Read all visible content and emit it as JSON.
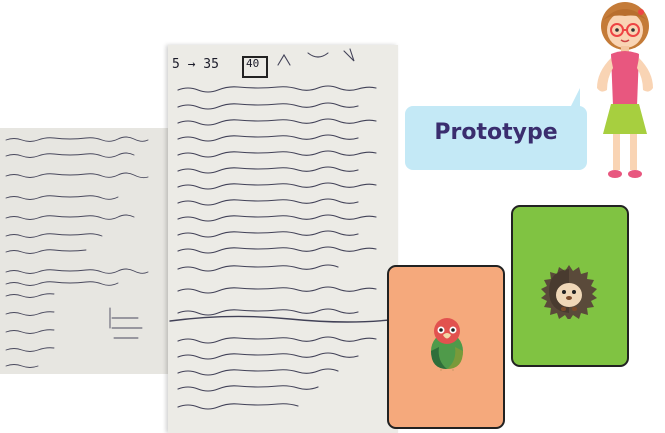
{
  "scene": {
    "sticky_note_main": {
      "range_label": "5 → 35",
      "box_number": "40"
    },
    "speech_bubble": {
      "label": "Prototype"
    },
    "cards": [
      {
        "name": "parrot-card",
        "color": "#f5a97c",
        "icon": "parrot-icon"
      },
      {
        "name": "hedgehog-card",
        "color": "#80c342",
        "icon": "hedgehog-icon"
      }
    ],
    "colors": {
      "bubble": "#c4e9f6",
      "bubble_text": "#3a2d6e",
      "ink": "#1c1c2a"
    }
  }
}
